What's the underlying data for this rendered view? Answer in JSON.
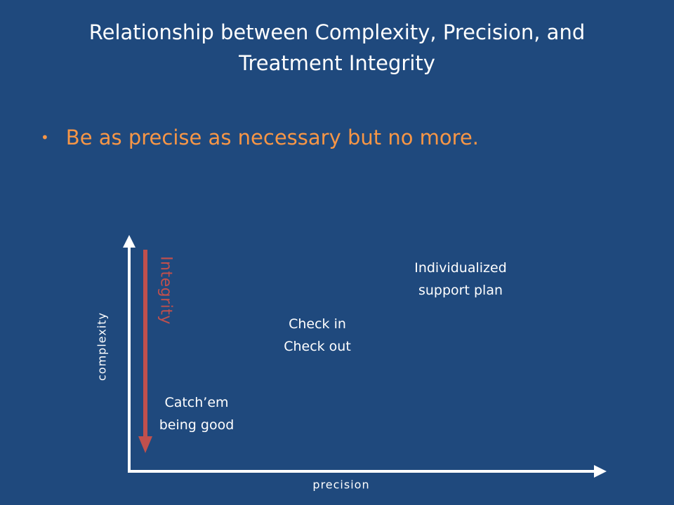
{
  "slide": {
    "title_line1": "Relationship between Complexity, Precision, and",
    "title_line2": "Treatment Integrity",
    "bullets": [
      "Be as precise as necessary but no more."
    ]
  },
  "diagram": {
    "y_axis_label": "complexity",
    "x_axis_label": "precision",
    "integrity_label": "Integrity",
    "nodes": [
      {
        "line1": "Catch’em",
        "line2": "being good"
      },
      {
        "line1": "Check in",
        "line2": "Check out"
      },
      {
        "line1": "Individualized",
        "line2": "support plan"
      }
    ]
  },
  "colors": {
    "background": "#1f497d",
    "title_text": "#ffffff",
    "bullet_text": "#f79646",
    "integrity_arrow": "#c0504d",
    "axes": "#ffffff"
  }
}
